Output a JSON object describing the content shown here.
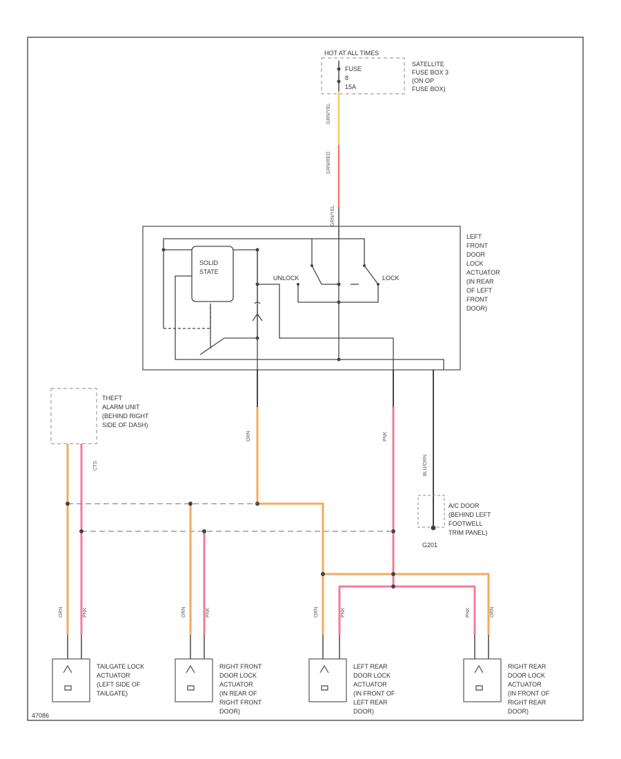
{
  "diagram": {
    "hot_label": "HOT AT ALL TIMES",
    "satellite_fuse_box": [
      "SATELLITE",
      "FUSE BOX 3",
      "(ON OP",
      "FUSE BOX)"
    ],
    "fuse": [
      "FUSE",
      "8",
      "15A"
    ],
    "fuse_wire_upper": "GRN/YEL",
    "fuse_wire_lower": "GRN/RED",
    "actuator_top_wire": "GRN/YEL",
    "left_front_actuator": [
      "LEFT",
      "FRONT",
      "DOOR",
      "LOCK",
      "ACTUATOR",
      "(IN REAR",
      "OF LEFT",
      "FRONT",
      "DOOR)"
    ],
    "solid_state": [
      "SOLID",
      "STATE"
    ],
    "unlock_label": "UNLOCK",
    "lock_label": "LOCK",
    "theft_alarm": [
      "THEFT",
      "ALARM UNIT",
      "(BEHIND RIGHT",
      "SIDE OF DASH)"
    ],
    "theft_wire": "CTS",
    "ground_g201": [
      "A/C DOOR",
      "(BEHIND LEFT",
      "FOOTWELL",
      "TRIM PANEL)"
    ],
    "ground_id": "G201",
    "wire_orn": "ORN",
    "wire_pnk": "PNK",
    "wire_ground": "BLU/ORN",
    "tailgate_actuator": [
      "TAILGATE LOCK",
      "ACTUATOR",
      "(LEFT SIDE OF",
      "TAILGATE)"
    ],
    "right_front_actuator": [
      "RIGHT FRONT",
      "DOOR LOCK",
      "ACTUATOR",
      "(IN REAR OF",
      "RIGHT FRONT",
      "DOOR)"
    ],
    "left_rear_actuator": [
      "LEFT REAR",
      "DOOR LOCK",
      "ACTUATOR",
      "(IN FRONT OF",
      "LEFT REAR",
      "DOOR)"
    ],
    "right_rear_actuator": [
      "RIGHT REAR",
      "DOOR LOCK",
      "ACTUATOR",
      "(IN FRONT OF",
      "RIGHT REAR",
      "DOOR)"
    ],
    "figure_id": "47086"
  },
  "colors": {
    "orange_wire": "#f5a95a",
    "pink_wire": "#f47a9a",
    "line": "#444444",
    "yellow_wire": "#e8d35a"
  }
}
